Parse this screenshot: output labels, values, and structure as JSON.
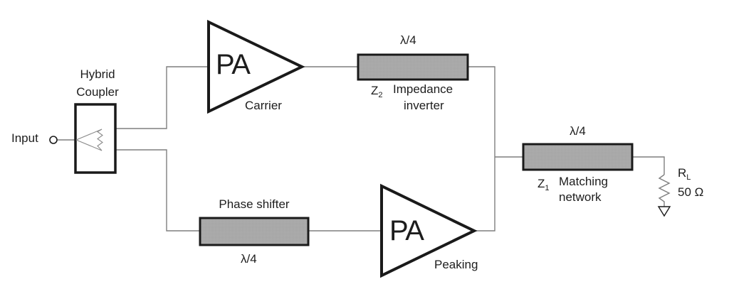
{
  "colors": {
    "wire": "#7f7f7f",
    "outline": "#1a1a1a",
    "block-fill": "#b3b3b3",
    "block-hatch": "#a2a2a2",
    "text": "#1d1d1d"
  },
  "input": {
    "label": "Input"
  },
  "hybrid_coupler": {
    "name_line1": "Hybrid",
    "name_line2": "Coupler"
  },
  "carrier_amplifier": {
    "symbol_label": "PA",
    "name": "Carrier"
  },
  "impedance_inverter": {
    "electrical_length": "λ/4",
    "impedance_symbol": "Z",
    "impedance_subscript": "2",
    "name_line1": "Impedance",
    "name_line2": "inverter"
  },
  "phase_shifter": {
    "name": "Phase shifter",
    "electrical_length": "λ/4"
  },
  "peaking_amplifier": {
    "symbol_label": "PA",
    "name": "Peaking"
  },
  "matching_network": {
    "electrical_length": "λ/4",
    "impedance_symbol": "Z",
    "impedance_subscript": "1",
    "name_line1": "Matching",
    "name_line2": "network"
  },
  "load": {
    "symbol": "R",
    "subscript": "L",
    "value": "50 Ω"
  }
}
